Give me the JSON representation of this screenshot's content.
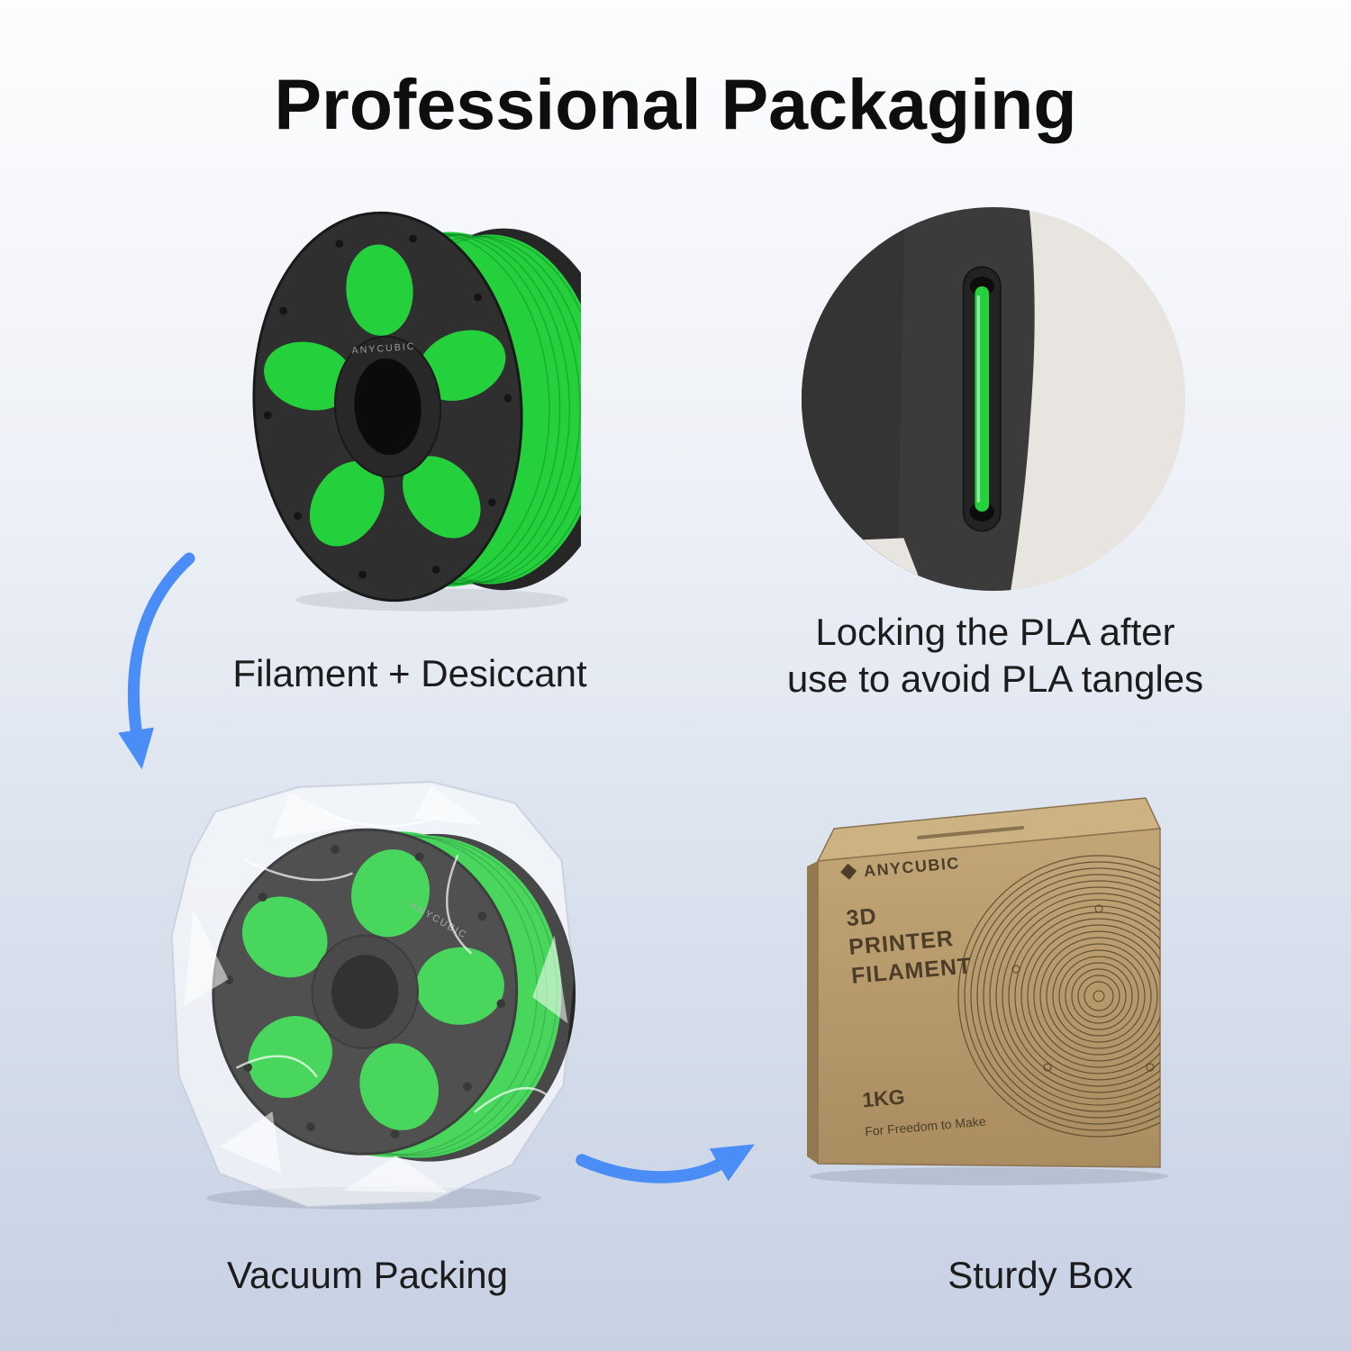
{
  "title": "Professional Packaging",
  "captions": {
    "filament": "Filament + Desiccant",
    "locking_line1": "Locking the PLA after",
    "locking_line2": "use to avoid PLA tangles",
    "vacuum": "Vacuum Packing",
    "box": "Sturdy Box"
  },
  "spool": {
    "brand": "ANYCUBIC"
  },
  "box_print": {
    "brand": "ANYCUBIC",
    "product_line1": "3D",
    "product_line2": "PRINTER",
    "product_line3": "FILAMENT",
    "weight": "1KG",
    "tagline": "For Freedom to Make"
  },
  "colors": {
    "filament_green": "#25d03d",
    "arrow_blue": "#4a8df6",
    "spool_dark": "#2e2e2e",
    "box_tan": "#b79b6c",
    "background_top": "#fdfdfe",
    "background_bottom": "#c7d1e4"
  }
}
